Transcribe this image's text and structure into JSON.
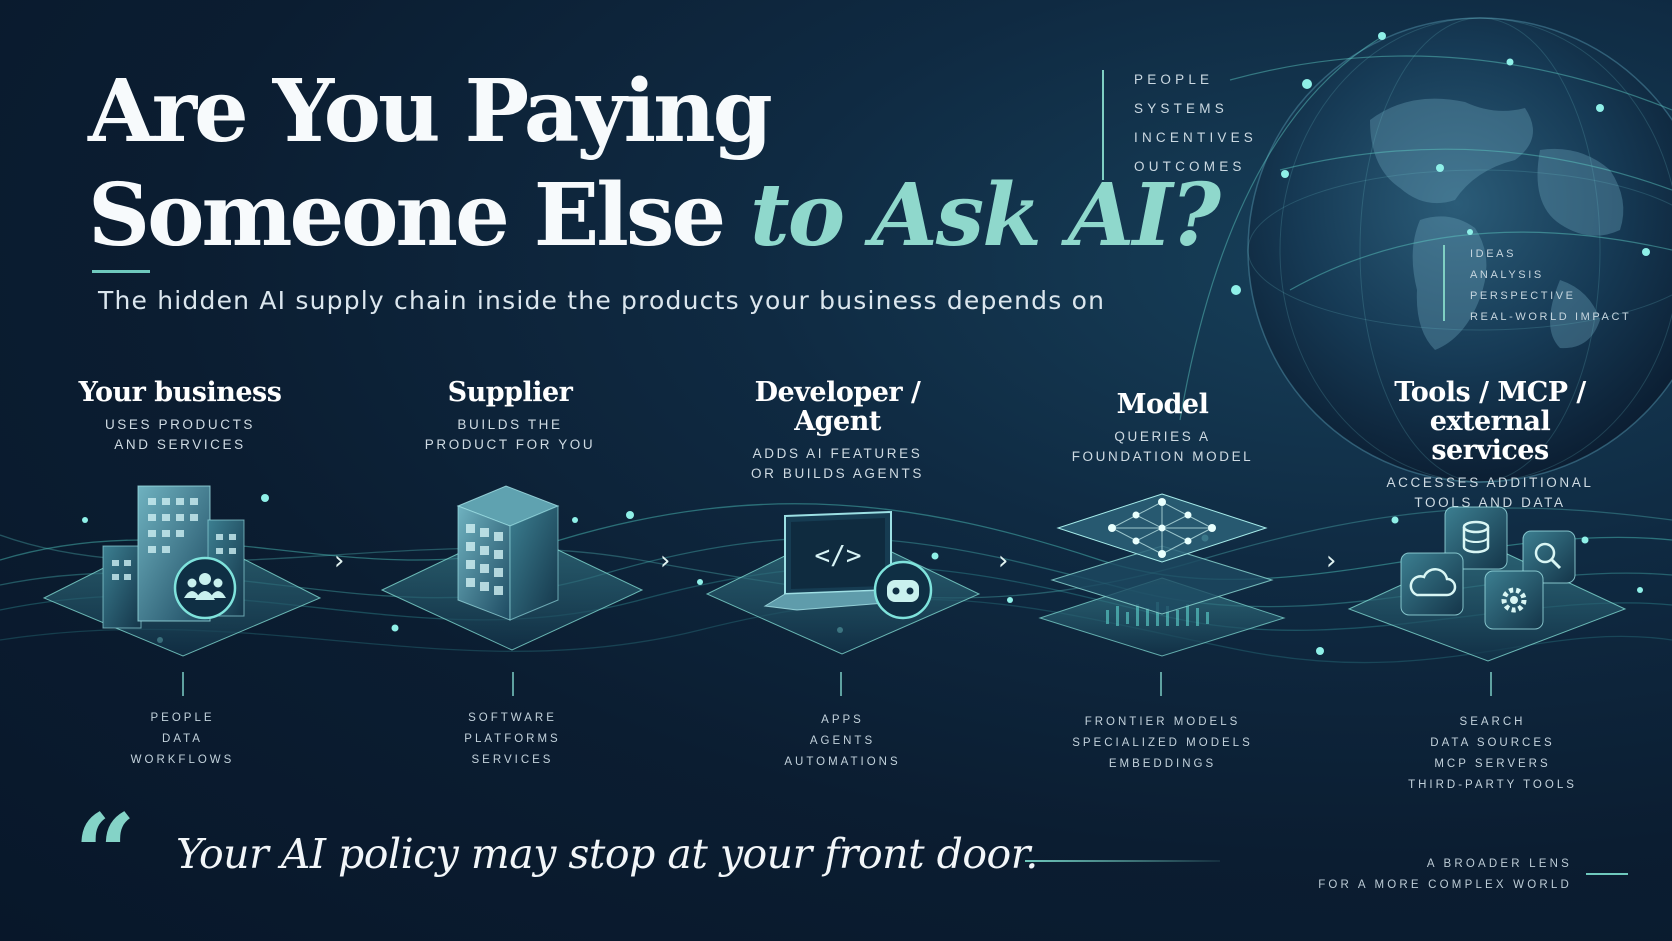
{
  "header": {
    "title_line1": "Are You Paying",
    "title_line2_main": "Someone Else",
    "title_line2_accent": "to Ask AI?",
    "subtitle": "The hidden AI supply chain inside the products your business depends on"
  },
  "keywords_primary": [
    "PEOPLE",
    "SYSTEMS",
    "INCENTIVES",
    "OUTCOMES"
  ],
  "keywords_secondary": [
    "IDEAS",
    "ANALYSIS",
    "PERSPECTIVE",
    "REAL-WORLD IMPACT"
  ],
  "stages": [
    {
      "title": "Your business",
      "description": "USES PRODUCTS AND SERVICES",
      "icon": "office-buildings-people-icon",
      "items": [
        "PEOPLE",
        "DATA",
        "WORKFLOWS"
      ]
    },
    {
      "title": "Supplier",
      "description": "BUILDS THE PRODUCT FOR YOU",
      "icon": "office-building-icon",
      "items": [
        "SOFTWARE",
        "PLATFORMS",
        "SERVICES"
      ]
    },
    {
      "title": "Developer / Agent",
      "description": "ADDS AI FEATURES OR BUILDS AGENTS",
      "icon": "laptop-code-robot-icon",
      "items": [
        "APPS",
        "AGENTS",
        "AUTOMATIONS"
      ]
    },
    {
      "title": "Model",
      "description": "QUERIES A FOUNDATION MODEL",
      "icon": "neural-network-layers-icon",
      "items": [
        "FRONTIER MODELS",
        "SPECIALIZED MODELS",
        "EMBEDDINGS"
      ]
    },
    {
      "title": "Tools / MCP / external services",
      "description": "ACCESSES ADDITIONAL TOOLS AND DATA",
      "icon": "tool-cubes-icon",
      "items": [
        "SEARCH",
        "DATA SOURCES",
        "MCP SERVERS",
        "THIRD-PARTY TOOLS"
      ]
    }
  ],
  "quote": {
    "mark": "“",
    "text": "Your AI policy may stop at your front door."
  },
  "footer": {
    "line1": "A BROADER LENS",
    "line2": "FOR A MORE COMPLEX WORLD"
  },
  "colors": {
    "background": "#0c1f33",
    "accent": "#8fd8cc",
    "glow": "#4fd6cf"
  }
}
